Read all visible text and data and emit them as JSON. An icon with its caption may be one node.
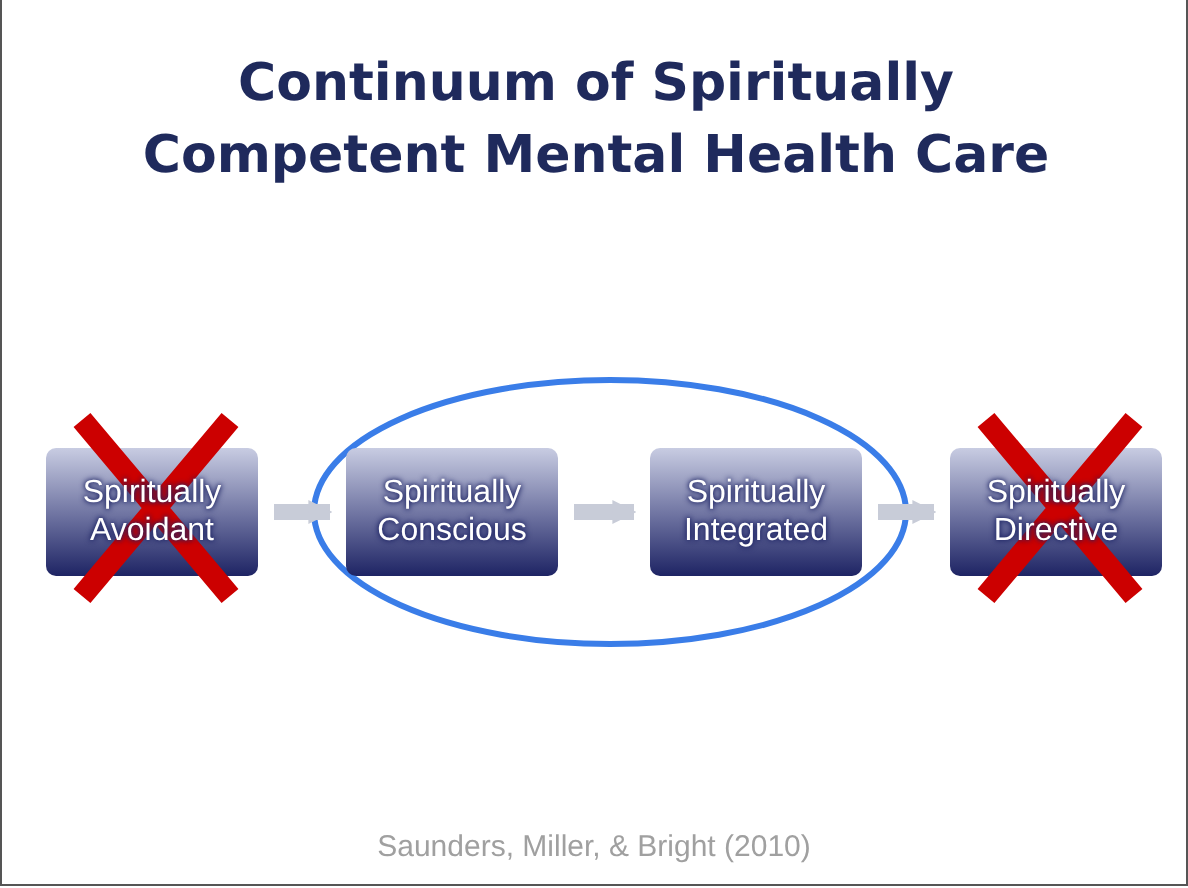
{
  "diagram": {
    "title": "Continuum of Spiritually Competent Mental Health Care",
    "caption": "Saunders, Miller, & Bright (2010)",
    "nodes": [
      {
        "text": [
          "Spiritually Avoidant"
        ]
      },
      {
        "text": [
          "Spiritually Conscious"
        ]
      },
      {
        "text": [
          "Spiritually Integrated"
        ]
      },
      {
        "text": [
          "Spiritually Directive"
        ]
      }
    ],
    "edges": [
      {
        "from": 0,
        "to": 1,
        "arrow": "to"
      },
      {
        "from": 1,
        "to": 2,
        "arrow": "to"
      },
      {
        "from": 2,
        "to": 3,
        "arrow": "to"
      }
    ]
  }
}
